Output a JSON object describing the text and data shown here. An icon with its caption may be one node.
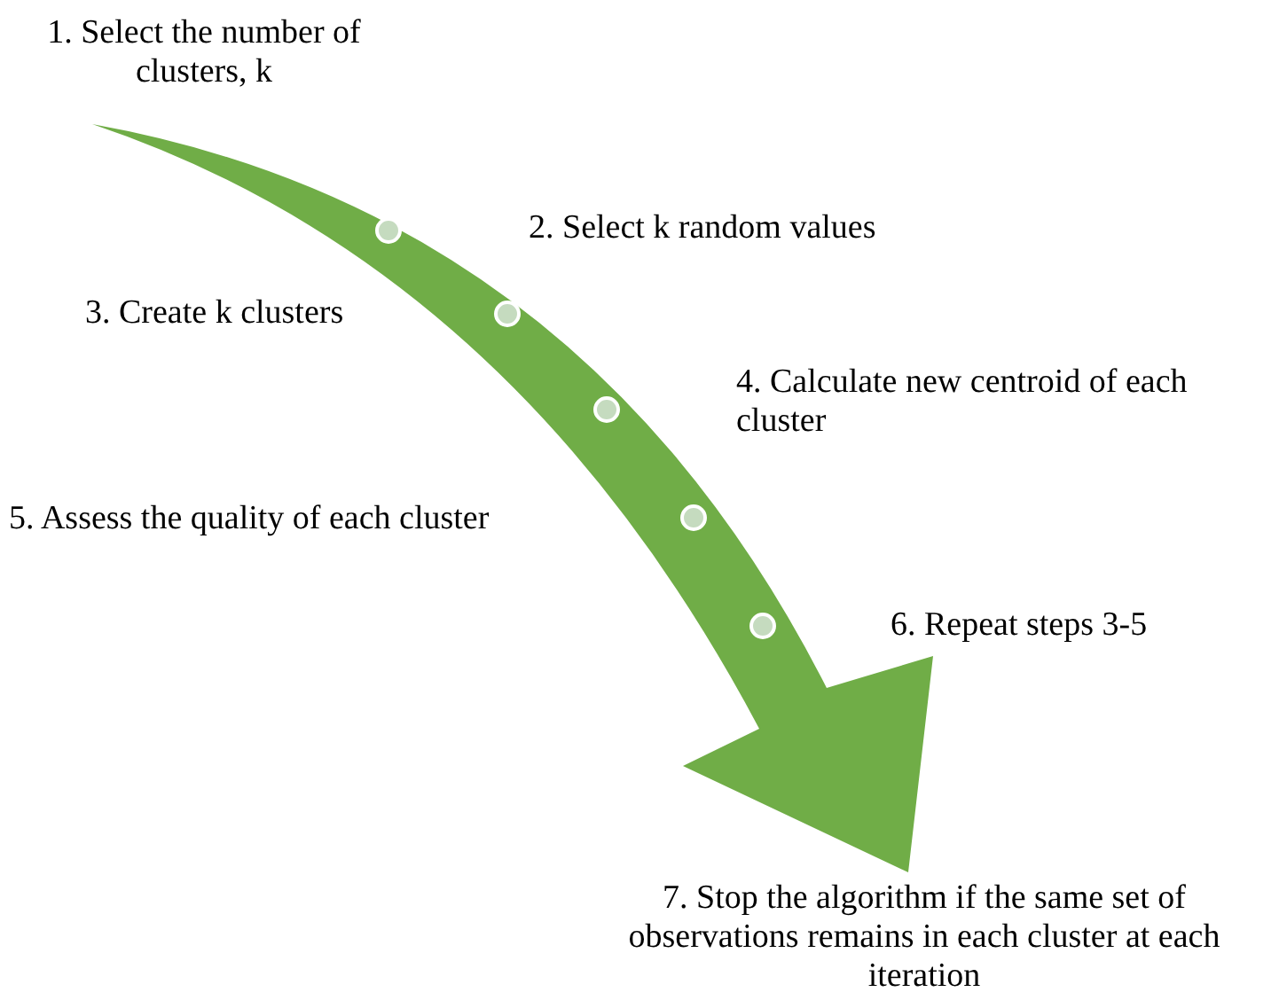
{
  "diagram": {
    "labels": [
      "1. Select the number of clusters, k",
      "2. Select k random values",
      "3. Create k clusters",
      "4. Calculate new centroid of each cluster",
      "5. Assess the quality of each cluster",
      "6. Repeat steps 3-5",
      "7. Stop the algorithm if the same set of observations remains in each cluster at each iteration"
    ]
  }
}
